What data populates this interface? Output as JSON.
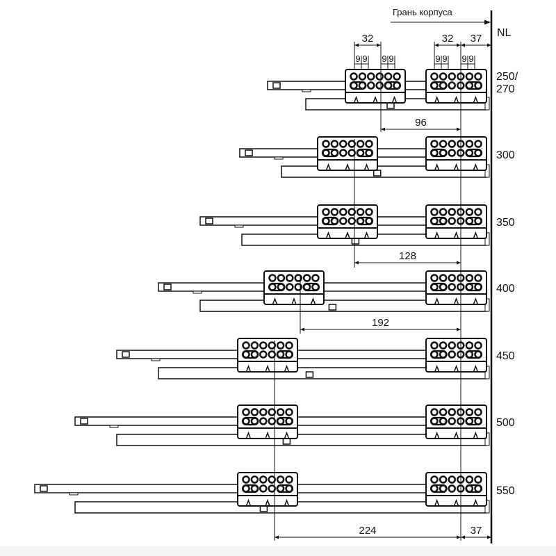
{
  "header": {
    "cabinet_edge_label": "Грань корпуса",
    "nl_label": "NL"
  },
  "rows": [
    {
      "nl": "250/",
      "nl2": "270"
    },
    {
      "nl": "300"
    },
    {
      "nl": "350"
    },
    {
      "nl": "400"
    },
    {
      "nl": "450"
    },
    {
      "nl": "500"
    },
    {
      "nl": "550"
    }
  ],
  "dimensions": {
    "top_rear_spacing": "32",
    "top_front_spacing": "32",
    "front_offset": "37",
    "hole_pitch": "9",
    "d96": "96",
    "d128": "128",
    "d192": "192",
    "d224": "224",
    "bottom_offset": "37"
  }
}
